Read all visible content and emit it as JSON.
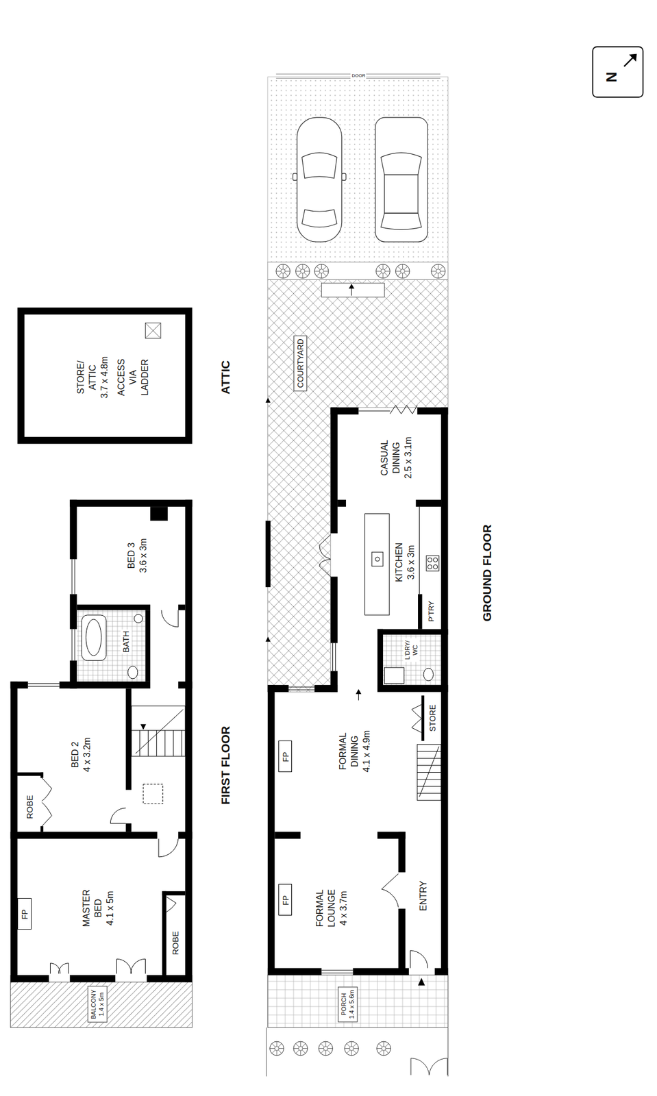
{
  "diagram": {
    "nodes": [
      {
        "text": [
          "STORE/ ATTIC",
          "3.7 x 4.8m",
          "ACCESS VIA LADDER"
        ]
      },
      {
        "text": [
          "BED 3",
          "3.6 x 3m"
        ]
      },
      {
        "text": [
          "BATH"
        ]
      },
      {
        "text": [
          "BED 2",
          "4 x 3.2m"
        ]
      },
      {
        "text": [
          "ROBE"
        ]
      },
      {
        "text": [
          "MASTER BED",
          "4.1 x 5m"
        ]
      },
      {
        "text": [
          "FP"
        ],
        "in": 5
      },
      {
        "text": [
          "ROBE"
        ]
      },
      {
        "text": [
          "BALCONY",
          "1.4 x 5m"
        ]
      },
      {
        "text": [
          "CASUAL DINING",
          "2.5 x 3.1m"
        ]
      },
      {
        "text": [
          "KITCHEN",
          "3.6 x 3m"
        ]
      },
      {
        "text": [
          "P'TRY"
        ]
      },
      {
        "text": [
          "L'DRY/ WC"
        ]
      },
      {
        "text": [
          "FORMAL DINING",
          "4.1 x 4.9m"
        ]
      },
      {
        "text": [
          "FP"
        ],
        "in": 13
      },
      {
        "text": [
          "STORE"
        ]
      },
      {
        "text": [
          "FORMAL LOUNGE",
          "4 x 3.7m"
        ]
      },
      {
        "text": [
          "FP"
        ],
        "in": 16
      },
      {
        "text": [
          "ENTRY"
        ]
      },
      {
        "text": [
          "PORCH",
          "1.4 x 5.6m"
        ]
      },
      {
        "text": [
          "COURTYARD"
        ]
      }
    ],
    "labels": [
      "ATTIC",
      "FIRST FLOOR",
      "GROUND FLOOR",
      "DOOR",
      "N"
    ]
  }
}
